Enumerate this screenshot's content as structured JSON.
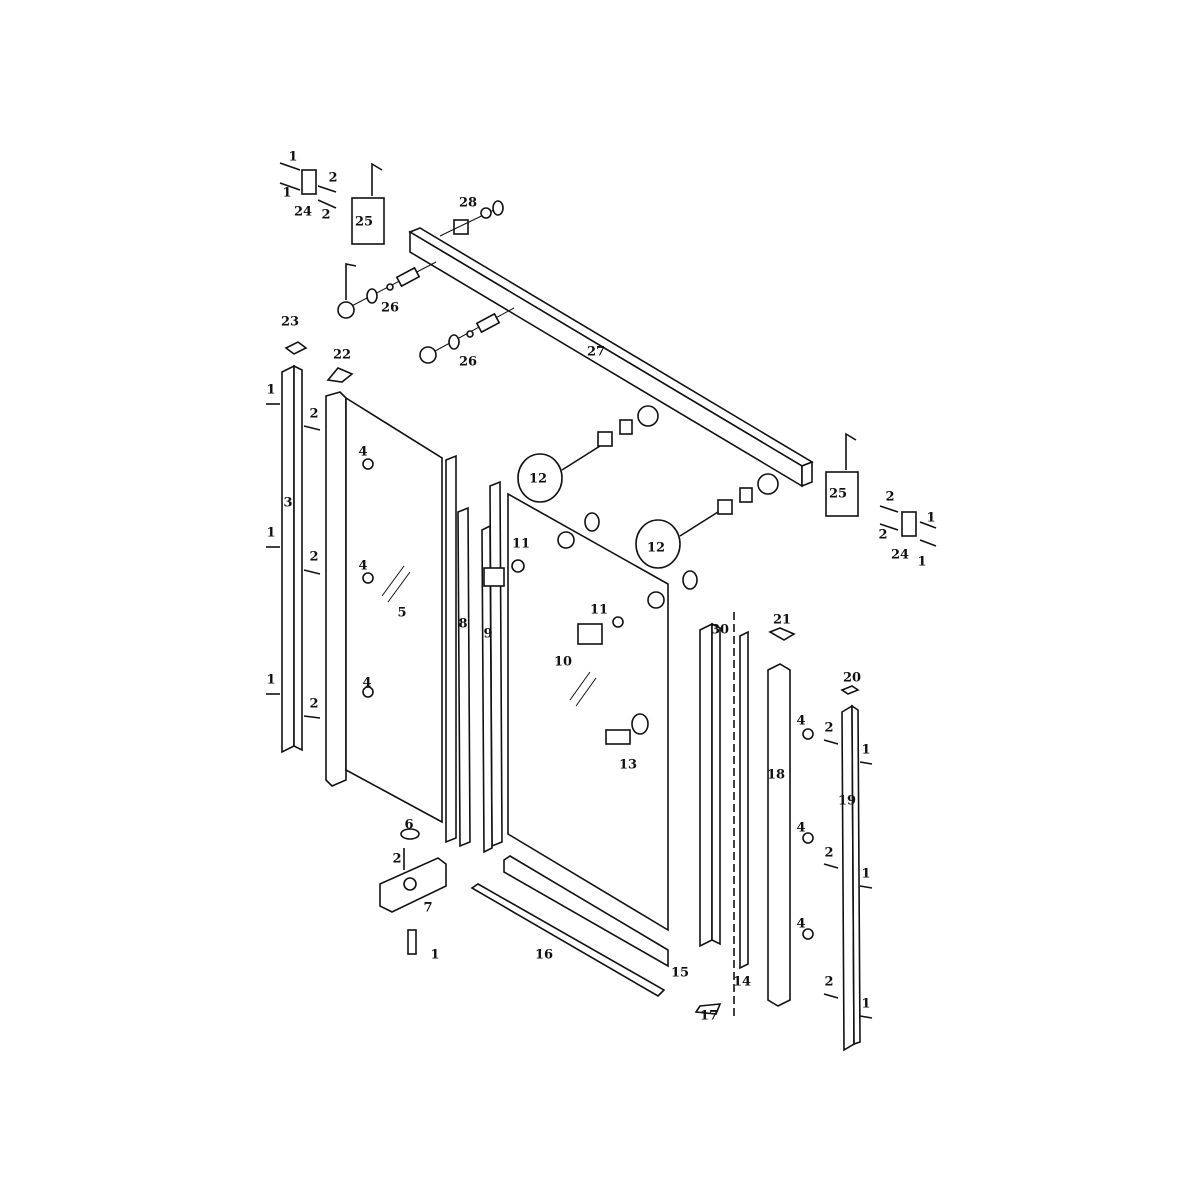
{
  "title": "Sliding shower door exploded parts diagram",
  "callouts": [
    "1",
    "2",
    "1",
    "24",
    "2",
    "25",
    "28",
    "26",
    "27",
    "26",
    "23",
    "22",
    "1",
    "2",
    "3",
    "4",
    "5",
    "1",
    "2",
    "4",
    "1",
    "2",
    "4",
    "8",
    "9",
    "12",
    "11",
    "12",
    "11",
    "10",
    "13",
    "25",
    "2",
    "1",
    "2",
    "24",
    "1",
    "30",
    "21",
    "20",
    "4",
    "2",
    "1",
    "18",
    "19",
    "4",
    "2",
    "1",
    "4",
    "2",
    "1",
    "14",
    "6",
    "2",
    "7",
    "1",
    "16",
    "15",
    "17"
  ],
  "colors": {
    "line": "#111111",
    "background": "#ffffff"
  }
}
